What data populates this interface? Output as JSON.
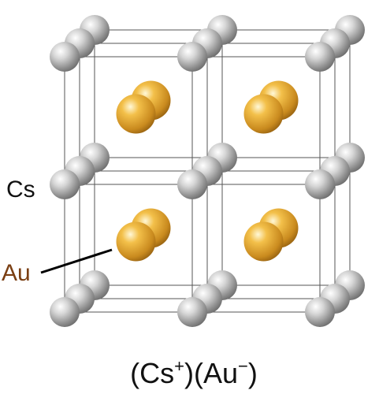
{
  "labels": {
    "cs": "Cs",
    "au": "Au"
  },
  "formula": {
    "open1": "(Cs",
    "sup1": "+",
    "mid": ")(Au",
    "sup2": "−",
    "close": ")"
  },
  "colors": {
    "cs_atom": "#a0a0a0",
    "au_atom": "#e2a630",
    "au_label": "#7a3e12",
    "cs_label": "#111111",
    "lattice_line": "#555555"
  }
}
